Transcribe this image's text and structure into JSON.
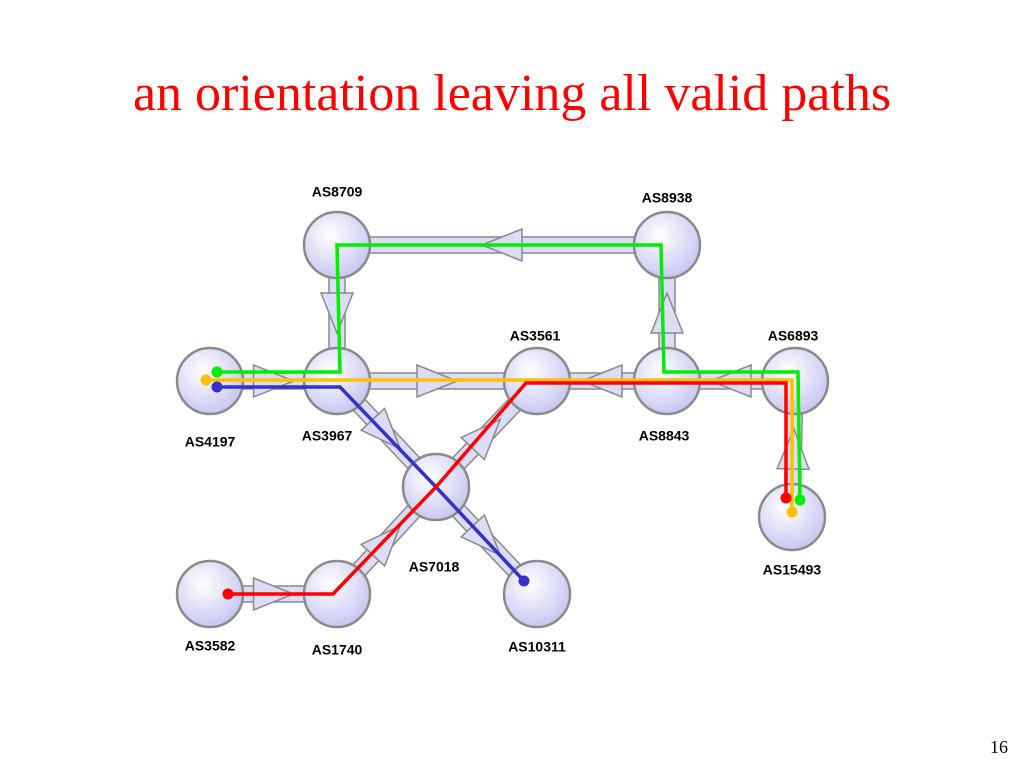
{
  "slide": {
    "title": "an orientation leaving all valid paths",
    "number": "16",
    "title_color": "#ff0000"
  },
  "colors": {
    "node_fill_center": "#ffffff",
    "node_fill_edge": "#c8c8f2",
    "node_stroke": "#8a8a8a",
    "link_fill": "#dcdcf6",
    "path_green": "#00ee00",
    "path_yellow": "#ffc000",
    "path_blue": "#3333cc",
    "path_red": "#ff0000"
  },
  "nodes": [
    {
      "id": "AS8709",
      "label": "AS8709"
    },
    {
      "id": "AS8938",
      "label": "AS8938"
    },
    {
      "id": "AS4197",
      "label": "AS4197"
    },
    {
      "id": "AS3967",
      "label": "AS3967"
    },
    {
      "id": "AS3561",
      "label": "AS3561"
    },
    {
      "id": "AS8843",
      "label": "AS8843"
    },
    {
      "id": "AS6893",
      "label": "AS6893"
    },
    {
      "id": "AS7018",
      "label": "AS7018"
    },
    {
      "id": "AS15493",
      "label": "AS15493"
    },
    {
      "id": "AS3582",
      "label": "AS3582"
    },
    {
      "id": "AS1740",
      "label": "AS1740"
    },
    {
      "id": "AS10311",
      "label": "AS10311"
    }
  ],
  "edges": [
    {
      "from": "AS8938",
      "to": "AS8709"
    },
    {
      "from": "AS8709",
      "to": "AS3967"
    },
    {
      "from": "AS8843",
      "to": "AS8938"
    },
    {
      "from": "AS4197",
      "to": "AS3967"
    },
    {
      "from": "AS3967",
      "to": "AS3561"
    },
    {
      "from": "AS8843",
      "to": "AS3561"
    },
    {
      "from": "AS6893",
      "to": "AS8843"
    },
    {
      "from": "AS15493",
      "to": "AS6893"
    },
    {
      "from": "AS7018",
      "to": "AS3561"
    },
    {
      "from": "AS3967",
      "to": "AS7018"
    },
    {
      "from": "AS1740",
      "to": "AS7018"
    },
    {
      "from": "AS7018",
      "to": "AS10311"
    },
    {
      "from": "AS3582",
      "to": "AS1740"
    }
  ],
  "paths": [
    {
      "color": "green",
      "nodes": [
        "AS4197",
        "AS3967",
        "AS8709",
        "AS8938",
        "AS8843",
        "AS6893",
        "AS15493"
      ]
    },
    {
      "color": "yellow",
      "nodes": [
        "AS4197",
        "AS3967",
        "AS3561",
        "AS8843",
        "AS6893",
        "AS15493"
      ]
    },
    {
      "color": "blue",
      "nodes": [
        "AS4197",
        "AS3967",
        "AS7018",
        "AS10311"
      ]
    },
    {
      "color": "red",
      "nodes": [
        "AS3582",
        "AS1740",
        "AS7018",
        "AS3561",
        "AS8843",
        "AS6893",
        "AS15493"
      ]
    }
  ]
}
